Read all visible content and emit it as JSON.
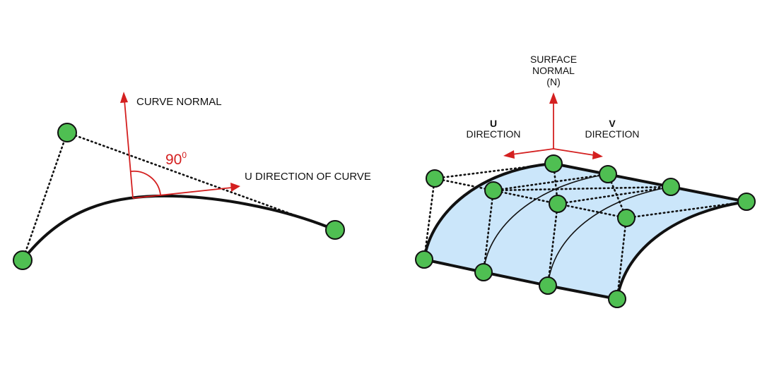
{
  "curve_panel": {
    "curve_normal_label": "CURVE NORMAL",
    "angle_label": "90",
    "angle_degree_mark": "0",
    "u_bold": "U",
    "u_direction_label": " DIRECTION OF CURVE"
  },
  "surface_panel": {
    "surface_normal_line1": "SURFACE",
    "surface_normal_line2": "NORMAL",
    "surface_normal_open": "(",
    "surface_normal_n": "N",
    "surface_normal_close": ")",
    "u_bold": "U",
    "u_label": "DIRECTION",
    "v_bold": "V",
    "v_label": "DIRECTION"
  },
  "colors": {
    "arrow_red": "#d42020",
    "control_point_green": "#4fbf52",
    "surface_blue": "#cbe6fa",
    "line_black": "#111111"
  }
}
